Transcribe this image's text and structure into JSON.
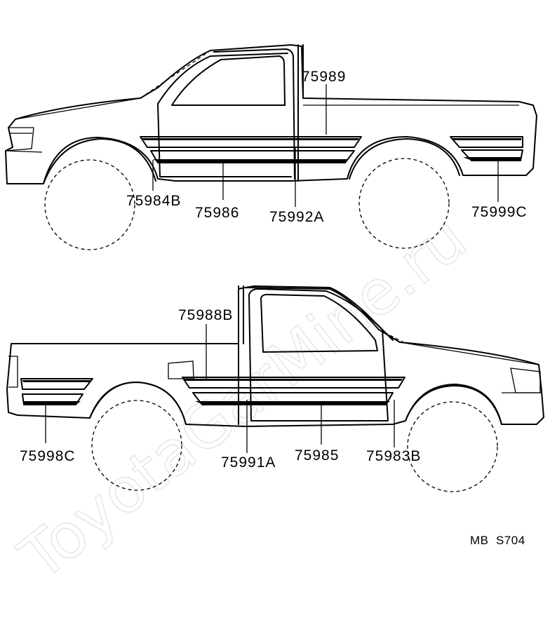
{
  "diagram": {
    "watermark": "ToyotaGarMine.ru",
    "drawing_code": "MB  S704",
    "upper_labels": {
      "p75989": "75989",
      "p75984b": "75984B",
      "p75986": "75986",
      "p75992a": "75992A",
      "p75999c": "75999C"
    },
    "lower_labels": {
      "p75988b": "75988B",
      "p75998c": "75998C",
      "p75991a": "75991A",
      "p75985": "75985",
      "p75983b": "75983B"
    }
  }
}
